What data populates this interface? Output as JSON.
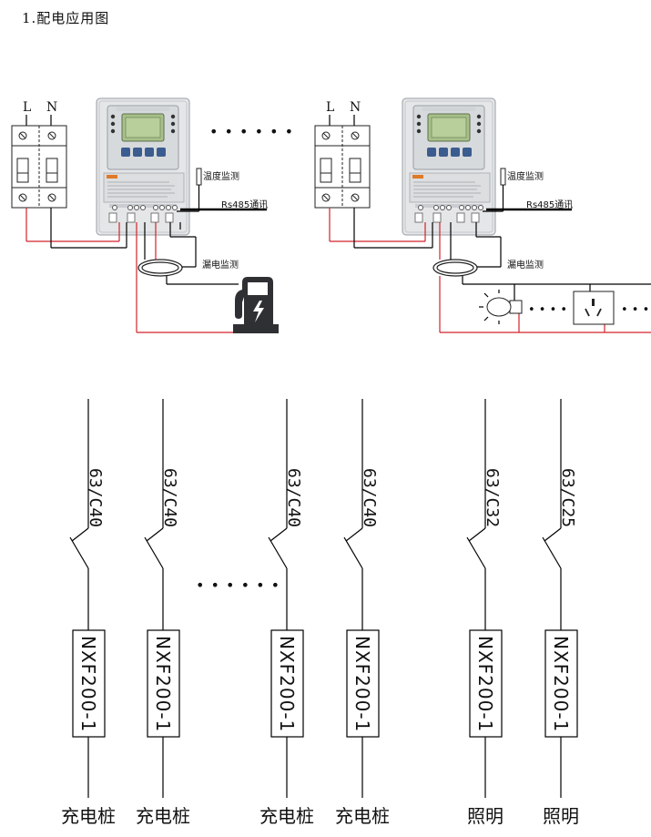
{
  "title": "1.配电应用图",
  "top": {
    "phase_label": "L",
    "neutral_label": "N",
    "ellipsis": "• • • • • •",
    "temp_label": "温度监测",
    "rs485_label": "Rs485通讯",
    "leak_label": "漏电监测",
    "light_ellipsis": "• • • •",
    "socket_ellipsis": "• • • •"
  },
  "feeders": [
    {
      "rating": "63/C40",
      "model": "NXF200-1",
      "load": "充电桩"
    },
    {
      "rating": "63/C40",
      "model": "NXF200-1",
      "load": "充电桩"
    },
    {
      "rating": "63/C40",
      "model": "NXF200-1",
      "load": "充电桩"
    },
    {
      "rating": "63/C40",
      "model": "NXF200-1",
      "load": "充电桩"
    },
    {
      "rating": "63/C32",
      "model": "NXF200-1",
      "load": "照明"
    },
    {
      "rating": "63/C25",
      "model": "NXF200-1",
      "load": "照明"
    }
  ],
  "feeder_ellipsis": "• • • • • •",
  "colors": {
    "line": "#000000",
    "wire_red": "#d2232a",
    "device_body": "#e4e6e8",
    "screen": "#a7c08a",
    "button": "#3b5c8f",
    "charger": "#2f3033"
  }
}
